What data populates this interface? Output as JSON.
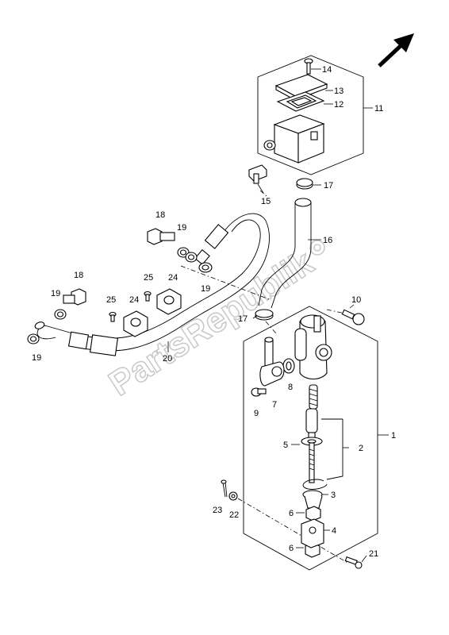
{
  "watermark": "PartsRepublik",
  "labels": {
    "p1": "1",
    "p2": "2",
    "p3": "3",
    "p4": "4",
    "p5": "5",
    "p6a": "6",
    "p6b": "6",
    "p7": "7",
    "p8": "8",
    "p9": "9",
    "p10": "10",
    "p11": "11",
    "p12": "12",
    "p13": "13",
    "p14": "14",
    "p15": "15",
    "p16": "16",
    "p17a": "17",
    "p17b": "17",
    "p18a": "18",
    "p18b": "18",
    "p19a": "19",
    "p19b": "19",
    "p19c": "19",
    "p19d": "19",
    "p20": "20",
    "p21": "21",
    "p22": "22",
    "p23": "23",
    "p24a": "24",
    "p24b": "24",
    "p25a": "25",
    "p25b": "25"
  }
}
